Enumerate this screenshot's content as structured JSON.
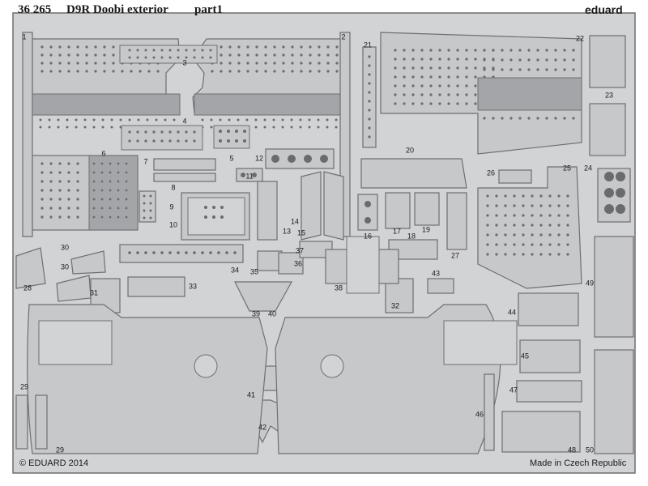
{
  "sheet": {
    "code": "36 265",
    "title": "D9R Doobi exterior",
    "part": "part1",
    "brand": "eduard",
    "copyright": "© EDUARD 2014",
    "origin": "Made in Czech Republic"
  },
  "part_numbers": [
    "1",
    "2",
    "3",
    "4",
    "5",
    "6",
    "7",
    "8",
    "9",
    "10",
    "11",
    "12",
    "13",
    "14",
    "15",
    "16",
    "17",
    "18",
    "19",
    "20",
    "21",
    "22",
    "23",
    "24",
    "25",
    "26",
    "27",
    "28",
    "29",
    "29",
    "30",
    "30",
    "31",
    "32",
    "33",
    "34",
    "35",
    "36",
    "37",
    "38",
    "39",
    "40",
    "41",
    "42",
    "43",
    "44",
    "45",
    "46",
    "47",
    "48",
    "49",
    "50"
  ],
  "colors": {
    "sheet": "#d2d3d5",
    "metal": "#c7c8ca",
    "edge": "#6e6f71",
    "hole": "#6a6b6e",
    "band": "#a4a5a8",
    "text": "#1a1a1a"
  }
}
